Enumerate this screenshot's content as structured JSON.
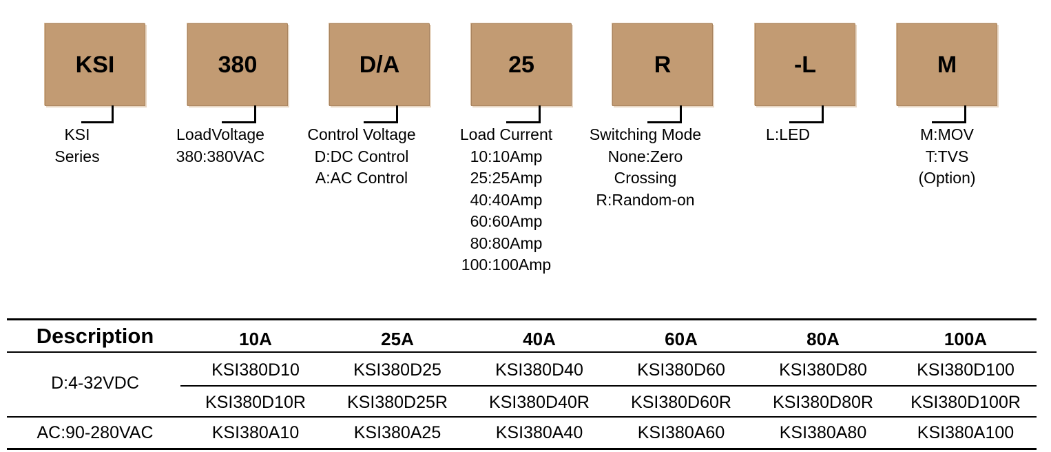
{
  "codes": [
    {
      "code": "KSI",
      "desc": [
        "KSI",
        "Series"
      ]
    },
    {
      "code": "380",
      "desc": [
        "LoadVoltage",
        "380:380VAC"
      ]
    },
    {
      "code": "D/A",
      "desc": [
        "Control Voltage",
        "D:DC Control",
        "A:AC Control"
      ]
    },
    {
      "code": "25",
      "desc": [
        "Load Current",
        "10:10Amp",
        "25:25Amp",
        "40:40Amp",
        "60:60Amp",
        "80:80Amp",
        "100:100Amp"
      ]
    },
    {
      "code": "R",
      "desc": [
        "Switching Mode",
        "None:Zero",
        "Crossing",
        "R:Random-on"
      ]
    },
    {
      "code": "-L",
      "desc": [
        "L:LED"
      ]
    },
    {
      "code": "M",
      "desc": [
        "M:MOV",
        "T:TVS",
        "(Option)"
      ]
    }
  ],
  "table": {
    "header": {
      "description": "Description",
      "columns": [
        "10A",
        "25A",
        "40A",
        "60A",
        "80A",
        "100A"
      ]
    },
    "groups": [
      {
        "label": "D:4-32VDC",
        "rows": [
          [
            "KSI380D10",
            "KSI380D25",
            "KSI380D40",
            "KSI380D60",
            "KSI380D80",
            "KSI380D100"
          ],
          [
            "KSI380D10R",
            "KSI380D25R",
            "KSI380D40R",
            "KSI380D60R",
            "KSI380D80R",
            "KSI380D100R"
          ]
        ]
      },
      {
        "label": "AC:90-280VAC",
        "rows": [
          [
            "KSI380A10",
            "KSI380A25",
            "KSI380A40",
            "KSI380A60",
            "KSI380A80",
            "KSI380A100"
          ]
        ]
      }
    ]
  }
}
